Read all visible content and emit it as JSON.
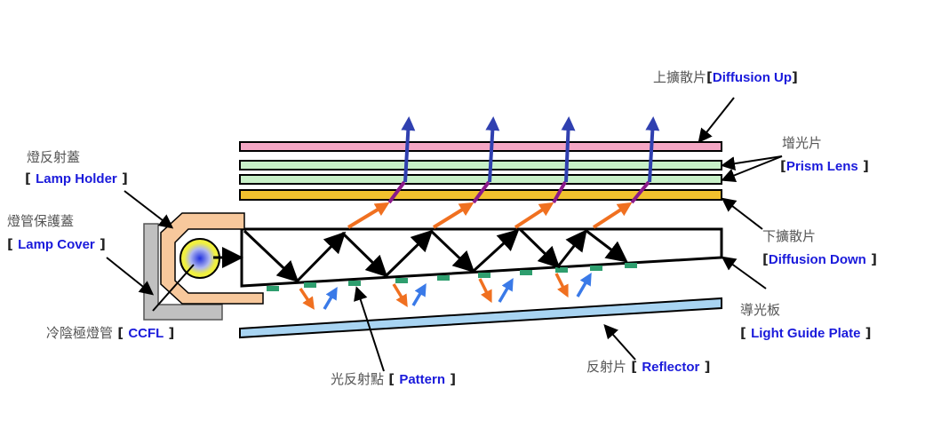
{
  "labels": {
    "diffusion_up": {
      "zh": "上擴散片",
      "en": "Diffusion Up"
    },
    "prism_lens": {
      "zh": "增光片",
      "en": "Prism Lens"
    },
    "diffusion_down": {
      "zh": "下擴散片",
      "en": "Diffusion Down"
    },
    "light_guide_plate": {
      "zh": "導光板",
      "en": "Light Guide Plate"
    },
    "reflector": {
      "zh": "反射片",
      "en": "Reflector"
    },
    "pattern": {
      "zh": "光反射點",
      "en": "Pattern"
    },
    "ccfl": {
      "zh": "冷陰極燈管",
      "en": "CCFL"
    },
    "lamp_holder": {
      "zh": "燈反射蓋",
      "en": "Lamp Holder"
    },
    "lamp_cover": {
      "zh": "燈管保護蓋",
      "en": "Lamp Cover"
    }
  },
  "colors": {
    "diffusion_up": "#f4a6c4",
    "prism_lens": "#c8f0c8",
    "diffusion_down": "#f2c12e",
    "reflector": "#a8d4f2",
    "lamp_holder": "#f7c89c",
    "lamp_cover": "#c0c0c0",
    "pattern": "#2e9e6e",
    "ray_orange": "#f07020",
    "ray_purple": "#8a1a8a",
    "ray_blue": "#3040b0",
    "label_en": "#1a1adb"
  }
}
